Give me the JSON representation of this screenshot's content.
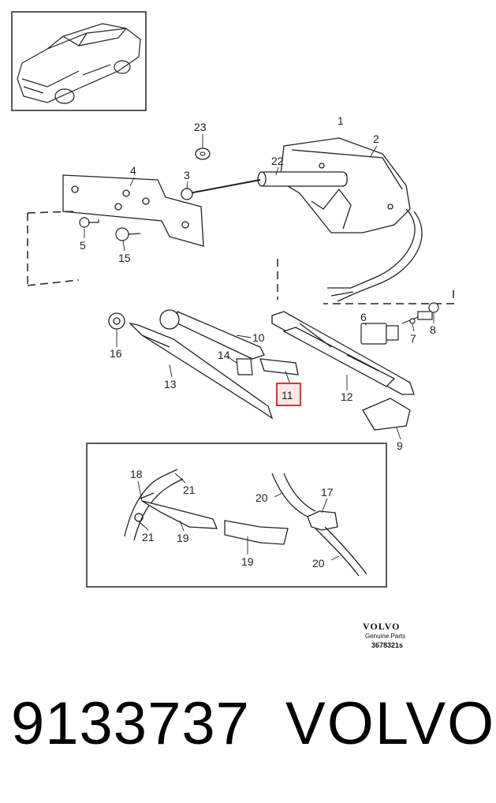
{
  "diagram": {
    "callouts": {
      "c1": "1",
      "c2": "2",
      "c3": "3",
      "c4": "4",
      "c5": "5",
      "c6": "6",
      "c7": "7",
      "c8": "8",
      "c9": "9",
      "c10": "10",
      "c11": "11",
      "c12": "12",
      "c13": "13",
      "c14": "14",
      "c15": "15",
      "c16": "16",
      "c17": "17",
      "c18": "18",
      "c19a": "19",
      "c19b": "19",
      "c20a": "20",
      "c20b": "20",
      "c21a": "21",
      "c21b": "21",
      "c22": "22",
      "c23": "23"
    },
    "highlighted_part": "11",
    "branding": {
      "logo": "VOLVO",
      "subtitle": "Genuine Parts",
      "code": "3678321s"
    }
  },
  "footer": {
    "part_number": "9133737",
    "brand": "VOLVO"
  },
  "colors": {
    "highlight_border": "#dd3333",
    "highlight_fill": "#fce8e8",
    "line": "#222222"
  }
}
